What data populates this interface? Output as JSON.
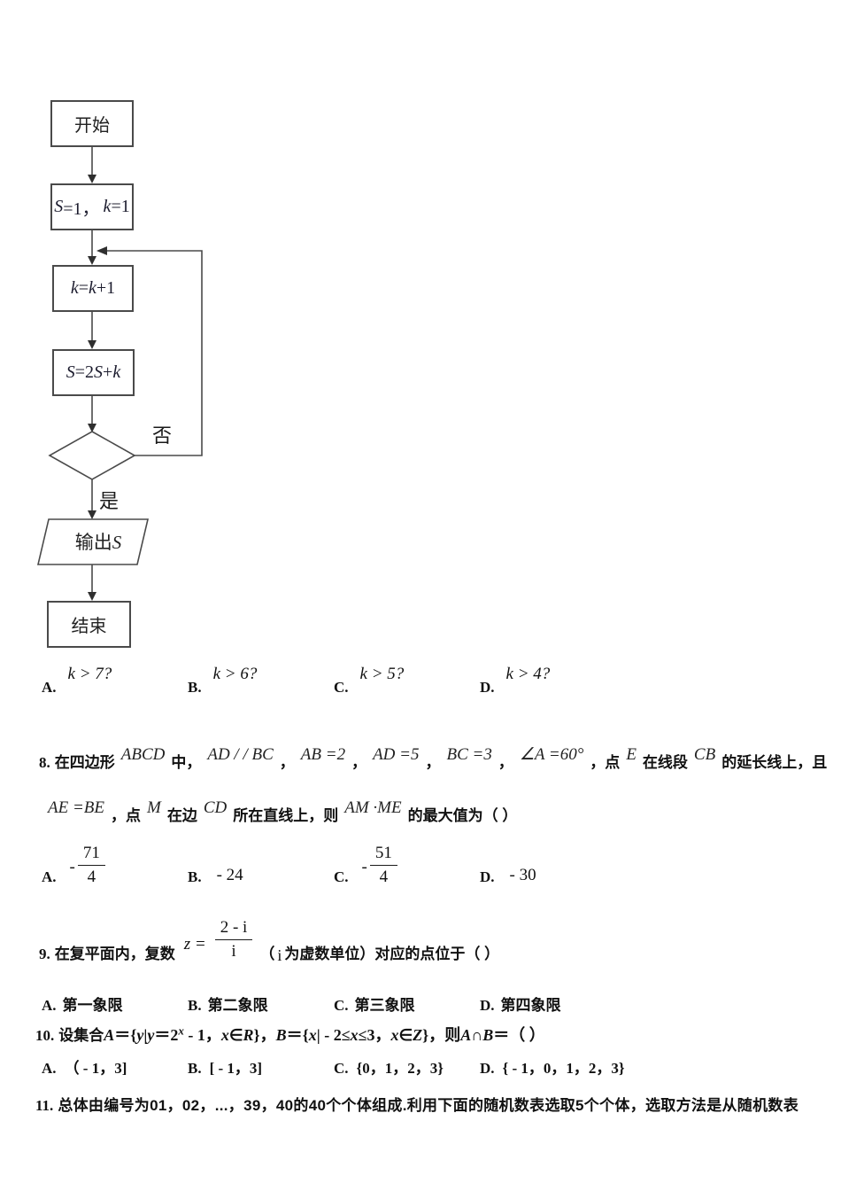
{
  "flowchart": {
    "start": "开始",
    "init": {
      "p1": "S",
      "p2": "=1，",
      "p3": "k",
      "p4": "=1"
    },
    "inc": {
      "p1": "k",
      "p2": "=",
      "p3": "k",
      "p4": "+1"
    },
    "step": {
      "p1": "S",
      "p2": "=2",
      "p3": "S",
      "p4": "+",
      "p5": "k"
    },
    "no": "否",
    "yes": "是",
    "output_text": "输出",
    "output_var": "S",
    "end": "结束"
  },
  "q7_options": [
    {
      "label": "A.",
      "math": "k > 7?"
    },
    {
      "label": "B.",
      "math": "k > 6?"
    },
    {
      "label": "C.",
      "math": "k > 5?"
    },
    {
      "label": "D.",
      "math": "k > 4?"
    }
  ],
  "q8": {
    "number": "8.",
    "line1": [
      {
        "t": "text",
        "v": "在四边形"
      },
      {
        "t": "math",
        "v": "ABCD"
      },
      {
        "t": "text",
        "v": "中，"
      },
      {
        "t": "math",
        "v": "AD / / BC"
      },
      {
        "t": "text",
        "v": "，"
      },
      {
        "t": "math",
        "v": "AB =2"
      },
      {
        "t": "text",
        "v": "，"
      },
      {
        "t": "math",
        "v": "AD =5"
      },
      {
        "t": "text",
        "v": "，"
      },
      {
        "t": "math",
        "v": "BC =3"
      },
      {
        "t": "text",
        "v": "，"
      },
      {
        "t": "math",
        "v": "∠A =60°"
      },
      {
        "t": "text",
        "v": "，点"
      },
      {
        "t": "math",
        "v": "E"
      },
      {
        "t": "text",
        "v": "在线段"
      },
      {
        "t": "math",
        "v": "CB"
      },
      {
        "t": "text",
        "v": "的延长线上，且"
      }
    ],
    "line2": [
      {
        "t": "math",
        "v": "AE =BE"
      },
      {
        "t": "text",
        "v": "，点"
      },
      {
        "t": "math",
        "v": "M"
      },
      {
        "t": "text",
        "v": "在边"
      },
      {
        "t": "math",
        "v": "CD"
      },
      {
        "t": "text",
        "v": "所在直线上，则"
      },
      {
        "t": "math",
        "v": "AM ·ME"
      },
      {
        "t": "text",
        "v": "的最大值为（  ）"
      }
    ],
    "options": [
      {
        "label": "A.",
        "neg": "-",
        "num": "71",
        "den": "4"
      },
      {
        "label": "B.",
        "value": "- 24"
      },
      {
        "label": "C.",
        "neg": "-",
        "num": "51",
        "den": "4"
      },
      {
        "label": "D.",
        "value": "- 30"
      }
    ]
  },
  "q9": {
    "number": "9.",
    "text1": "在复平面内，复数",
    "math_pre": "z =",
    "frac": {
      "num": "2 - i",
      "den": "i"
    },
    "paren_open": "（",
    "unit_i": "i",
    "text2": "为虚数单位）对应的点位于（  ）",
    "options": [
      {
        "label": "A.",
        "text": "第一象限"
      },
      {
        "label": "B.",
        "text": "第二象限"
      },
      {
        "label": "C.",
        "text": "第三象限"
      },
      {
        "label": "D.",
        "text": "第四象限"
      }
    ]
  },
  "q10": {
    "number": "10.",
    "line": [
      {
        "t": "text",
        "v": "设集合"
      },
      {
        "t": "bi",
        "v": "A"
      },
      {
        "t": "b",
        "v": "＝{"
      },
      {
        "t": "bi",
        "v": "y"
      },
      {
        "t": "b",
        "v": "|"
      },
      {
        "t": "bi",
        "v": "y"
      },
      {
        "t": "b",
        "v": "＝2"
      },
      {
        "t": "sup",
        "v": "x"
      },
      {
        "t": "b",
        "v": " - 1，"
      },
      {
        "t": "bi",
        "v": "x"
      },
      {
        "t": "b",
        "v": "∈"
      },
      {
        "t": "bi",
        "v": "R"
      },
      {
        "t": "b",
        "v": "}，"
      },
      {
        "t": "bi",
        "v": "B"
      },
      {
        "t": "b",
        "v": "＝{"
      },
      {
        "t": "bi",
        "v": "x"
      },
      {
        "t": "b",
        "v": "| - 2≤"
      },
      {
        "t": "bi",
        "v": "x"
      },
      {
        "t": "b",
        "v": "≤3，"
      },
      {
        "t": "bi",
        "v": "x"
      },
      {
        "t": "b",
        "v": "∈"
      },
      {
        "t": "bi",
        "v": "Z"
      },
      {
        "t": "b",
        "v": "}，则"
      },
      {
        "t": "bi",
        "v": "A"
      },
      {
        "t": "b",
        "v": "∩"
      },
      {
        "t": "bi",
        "v": "B"
      },
      {
        "t": "b",
        "v": "＝（  ）"
      }
    ],
    "options": [
      {
        "label": "A.",
        "text": "（ - 1，3]"
      },
      {
        "label": "B.",
        "text": "[ - 1，3]"
      },
      {
        "label": "C.",
        "text": "{0，1，2，3}"
      },
      {
        "label": "D.",
        "text": "{ - 1，0，1，2，3}"
      }
    ]
  },
  "q11": {
    "number": "11.",
    "text": "总体由编号为01，02，...，39，40的40个个体组成.利用下面的随机数表选取5个个体，选取方法是从随机数表"
  }
}
